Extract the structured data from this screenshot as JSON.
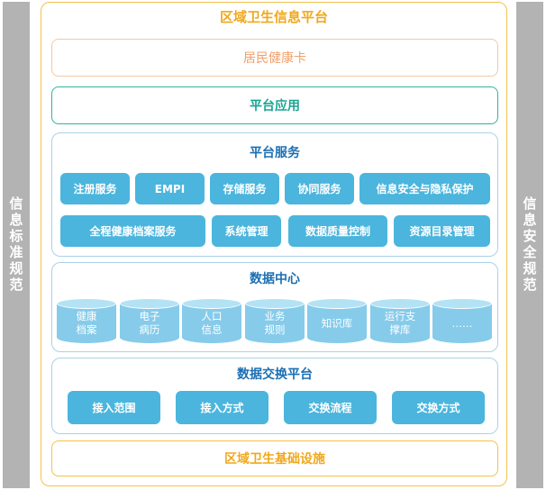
{
  "side_left": "信息标准规范",
  "side_right": "信息安全规范",
  "title": "区域卫生信息平台",
  "health_card": "居民健康卡",
  "platform_app": "平台应用",
  "platform_services": {
    "title": "平台服务",
    "row1": [
      "注册服务",
      "EMPI",
      "存储服务",
      "协同服务",
      "信息安全与隐私保护"
    ],
    "row2": [
      "全程健康档案服务",
      "系统管理",
      "数据质量控制",
      "资源目录管理"
    ]
  },
  "data_center": {
    "title": "数据中心",
    "items": [
      "健康\n档案",
      "电子\n病历",
      "人口\n信息",
      "业务\n规则",
      "知识库",
      "运行支\n撑库",
      "……"
    ]
  },
  "data_exchange": {
    "title": "数据交换平台",
    "items": [
      "接入范围",
      "接入方式",
      "交换流程",
      "交换方式"
    ]
  },
  "infrastructure": "区域卫生基础设施",
  "colors": {
    "accent_orange": "#f0a81c",
    "accent_teal": "#1aa594",
    "accent_blue": "#1b6fb3",
    "button_blue": "#4bb5dd",
    "side_gray": "#b3b3b3"
  }
}
